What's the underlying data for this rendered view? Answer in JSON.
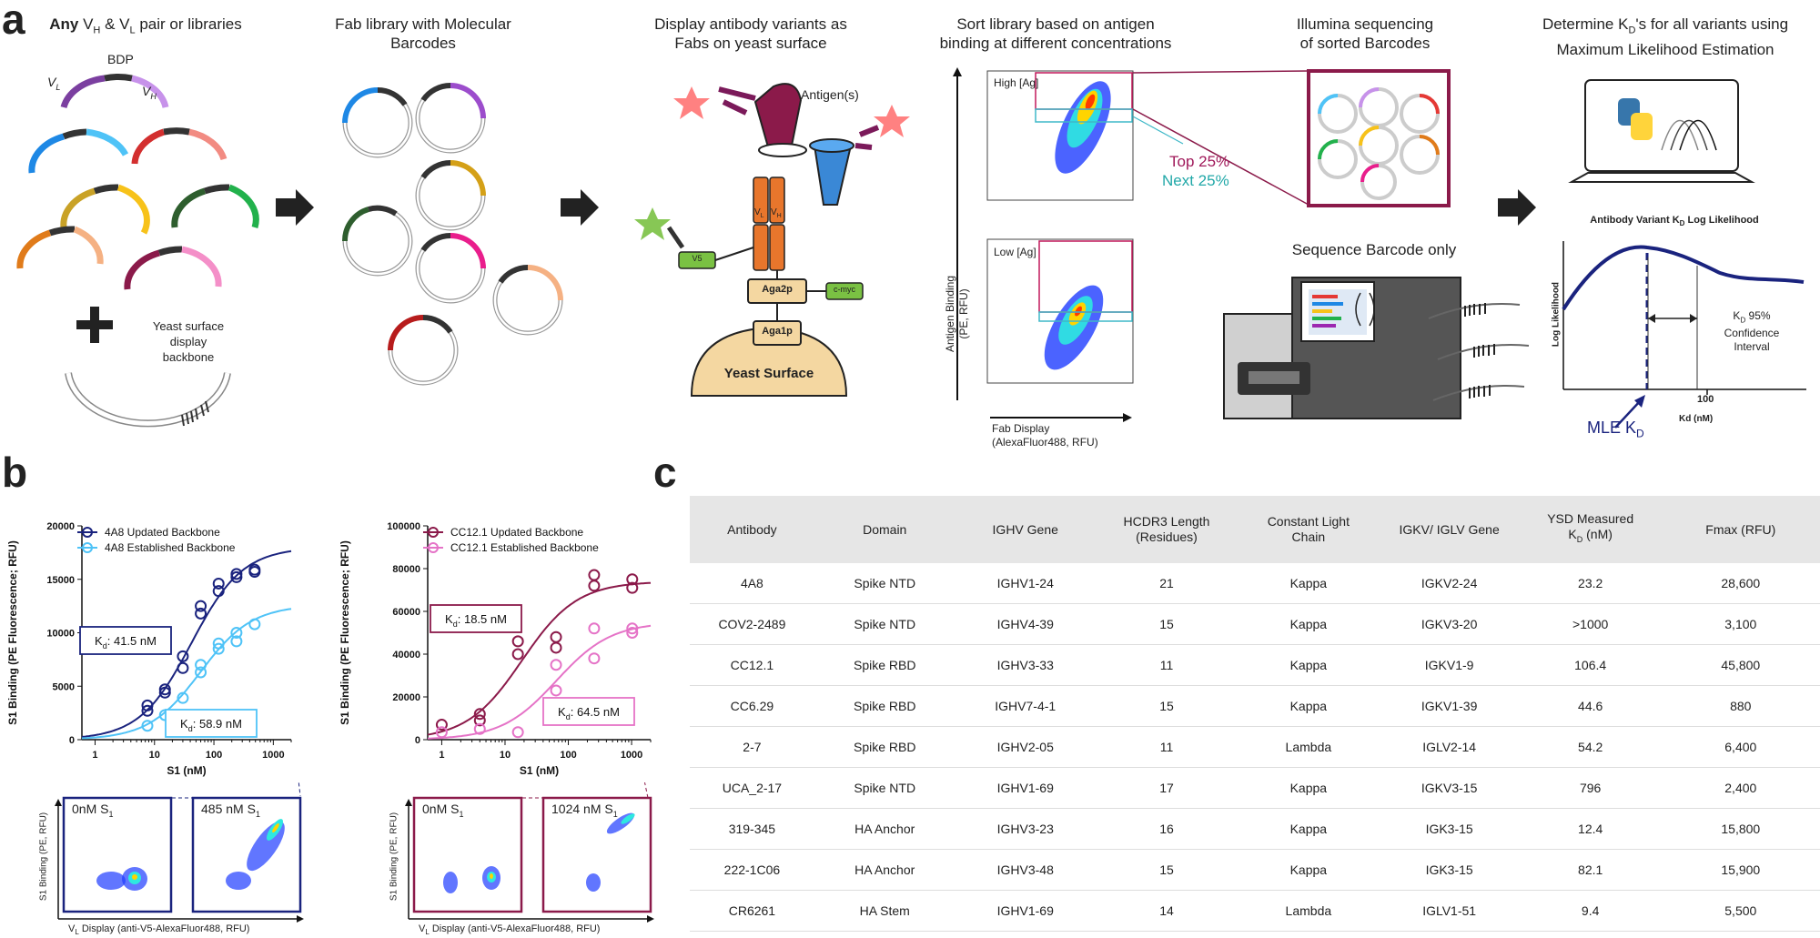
{
  "panels": {
    "a": "a",
    "b": "b",
    "c": "c"
  },
  "panel_a": {
    "step1": {
      "any": "Any",
      "title_rest": " V",
      "h": "H",
      "amp": " & V",
      "l": "L",
      "pair": " pair or libraries",
      "bdp": "BDP",
      "vl": "V",
      "vl_sub": "L",
      "vh": "V",
      "vh_sub": "H",
      "yeast_backbone_1": "Yeast surface",
      "yeast_backbone_2": "display",
      "yeast_backbone_3": "backbone"
    },
    "step2": {
      "title_1": "Fab library with Molecular",
      "title_2": "Barcodes"
    },
    "step3": {
      "title_1": "Display antibody variants as",
      "title_2": "Fabs on yeast surface",
      "antigens": "Antigen(s)",
      "v5": "V5",
      "cmyc": "c-myc",
      "aga2p": "Aga2p",
      "aga1p": "Aga1p",
      "yeast_surface": "Yeast Surface",
      "vl": "V",
      "vl_sub": "L",
      "vh": "V",
      "vh_sub": "H"
    },
    "step4": {
      "title_1": "Sort library based on antigen",
      "title_2": "binding at different concentrations",
      "high": "High [Ag]",
      "low": "Low [Ag]",
      "ylabel_1": "Antigen Binding",
      "ylabel_2": "(PE, RFU)",
      "xlabel_1": "Fab Display",
      "xlabel_2": "(AlexaFluor488, RFU)",
      "top": "Top 25%",
      "next": "Next 25%"
    },
    "step5": {
      "title_1": "Illumina sequencing",
      "title_2": "of sorted Barcodes",
      "seq_only": "Sequence Barcode only"
    },
    "step6": {
      "title_1": "Determine K",
      "title_sub": "D",
      "title_rest": "'s for all variants using",
      "title_2": "Maximum Likelihood Estimation",
      "chart_title": "Antibody Variant K",
      "chart_title_sub": "D",
      "chart_title_rest": " Log Likelihood",
      "ylabel": "Log Likelihood",
      "xlabel": "Kd (nM)",
      "tick_100": "100",
      "ci_1": "K",
      "ci_sub": "D",
      "ci_rest": " 95%",
      "ci_2": "Confidence",
      "ci_3": "Interval",
      "mle": "MLE K",
      "mle_sub": "D"
    }
  },
  "colors": {
    "navy": "#1a237e",
    "light_blue": "#4fc3f7",
    "maroon": "#8b1a4a",
    "pink": "#e573c7",
    "orange": "#e8762c",
    "green": "#7ac143"
  },
  "chart_data": [
    {
      "type": "scatter",
      "xlabel": "S1 (nM)",
      "ylabel": "S1 Binding (PE Fluorescence; RFU)",
      "x_scale": "log",
      "xlim": [
        0.6,
        2000
      ],
      "ylim": [
        0,
        20000
      ],
      "x_ticks": [
        "1",
        "10",
        "100",
        "1000"
      ],
      "y_ticks": [
        "0",
        "5000",
        "10000",
        "15000",
        "20000"
      ],
      "legend_position": "top-left",
      "series": [
        {
          "name": "4A8 Updated Backbone",
          "color": "#1a237e",
          "kd": 41.5,
          "fmax": 18000,
          "x": [
            7.6,
            7.6,
            15,
            15,
            30,
            30,
            60,
            60,
            120,
            120,
            240,
            240,
            485,
            485
          ],
          "y": [
            2700,
            3200,
            4400,
            4700,
            6700,
            7800,
            11800,
            12500,
            13900,
            14600,
            15200,
            15500,
            15700,
            15900
          ]
        },
        {
          "name": "4A8 Established Backbone",
          "color": "#4fc3f7",
          "kd": 58.9,
          "fmax": 12600,
          "x": [
            7.6,
            15,
            30,
            60,
            60,
            120,
            120,
            240,
            240,
            485
          ],
          "y": [
            1300,
            2300,
            3900,
            6300,
            7000,
            8500,
            9000,
            9200,
            10000,
            10800
          ]
        }
      ],
      "annotations": [
        "K",
        "d",
        ": 41.5 nM",
        ": 58.9 nM"
      ],
      "inset_labels": [
        "0nM S",
        "1",
        "485 nM S",
        "1"
      ],
      "inset_ylabel": "S1 Binding (PE, RFU)",
      "inset_xlabel": "V",
      "inset_xlabel_sub": "L",
      "inset_xlabel_rest": " Display (anti-V5-AlexaFluor488, RFU)"
    },
    {
      "type": "scatter",
      "xlabel": "S1 (nM)",
      "ylabel": "S1 Binding (PE Fluorescence; RFU)",
      "x_scale": "log",
      "xlim": [
        0.6,
        2000
      ],
      "ylim": [
        0,
        100000
      ],
      "x_ticks": [
        "1",
        "10",
        "100",
        "1000"
      ],
      "y_ticks": [
        "0",
        "20000",
        "40000",
        "60000",
        "80000",
        "100000"
      ],
      "legend_position": "top-left",
      "series": [
        {
          "name": "CC12.1 Updated Backbone",
          "color": "#8b1a4a",
          "kd": 18.5,
          "fmax": 74000,
          "x": [
            1,
            4,
            4,
            16,
            16,
            64,
            64,
            256,
            256,
            1024,
            1024
          ],
          "y": [
            7000,
            9000,
            12000,
            40000,
            46000,
            43000,
            48000,
            72000,
            77000,
            71000,
            75000
          ]
        },
        {
          "name": "CC12.1 Established Backbone",
          "color": "#e573c7",
          "kd": 64.5,
          "fmax": 55000,
          "x": [
            1,
            4,
            16,
            64,
            64,
            256,
            256,
            1024,
            1024
          ],
          "y": [
            3500,
            5000,
            3500,
            23000,
            35000,
            38000,
            52000,
            50000,
            52000
          ]
        }
      ],
      "annotations": [
        "K",
        "d",
        ": 18.5 nM",
        ": 64.5 nM"
      ],
      "inset_labels": [
        "0nM S",
        "1",
        "1024 nM S",
        "1"
      ],
      "inset_ylabel": "S1 Binding (PE, RFU)",
      "inset_xlabel": "V",
      "inset_xlabel_sub": "L",
      "inset_xlabel_rest": " Display (anti-V5-AlexaFluor488, RFU)"
    }
  ],
  "table": {
    "headers": [
      [
        "Antibody"
      ],
      [
        "Domain"
      ],
      [
        "IGHV Gene"
      ],
      [
        "HCDR3 Length",
        "(Residues)"
      ],
      [
        "Constant Light",
        "Chain"
      ],
      [
        "IGKV/ IGLV Gene"
      ],
      [
        "YSD Measured",
        "K",
        "D",
        " (nM)"
      ],
      [
        "Fmax (RFU)"
      ]
    ],
    "rows": [
      [
        "4A8",
        "Spike NTD",
        "IGHV1-24",
        "21",
        "Kappa",
        "IGKV2-24",
        "23.2",
        "28,600"
      ],
      [
        "COV2-2489",
        "Spike NTD",
        "IGHV4-39",
        "15",
        "Kappa",
        "IGKV3-20",
        ">1000",
        "3,100"
      ],
      [
        "CC12.1",
        "Spike RBD",
        "IGHV3-33",
        "11",
        "Kappa",
        "IGKV1-9",
        "106.4",
        "45,800"
      ],
      [
        "CC6.29",
        "Spike RBD",
        "IGHV7-4-1",
        "15",
        "Kappa",
        "IGKV1-39",
        "44.6",
        "880"
      ],
      [
        "2-7",
        "Spike RBD",
        "IGHV2-05",
        "11",
        "Lambda",
        "IGLV2-14",
        "54.2",
        "6,400"
      ],
      [
        "UCA_2-17",
        "Spike NTD",
        "IGHV1-69",
        "17",
        "Kappa",
        "IGKV3-15",
        "796",
        "2,400"
      ],
      [
        "319-345",
        "HA Anchor",
        "IGHV3-23",
        "16",
        "Kappa",
        "IGK3-15",
        "12.4",
        "15,800"
      ],
      [
        "222-1C06",
        "HA Anchor",
        "IGHV3-48",
        "15",
        "Kappa",
        "IGK3-15",
        "82.1",
        "15,900"
      ],
      [
        "CR6261",
        "HA Stem",
        "IGHV1-69",
        "14",
        "Lambda",
        "IGLV1-51",
        "9.4",
        "5,500"
      ]
    ]
  }
}
